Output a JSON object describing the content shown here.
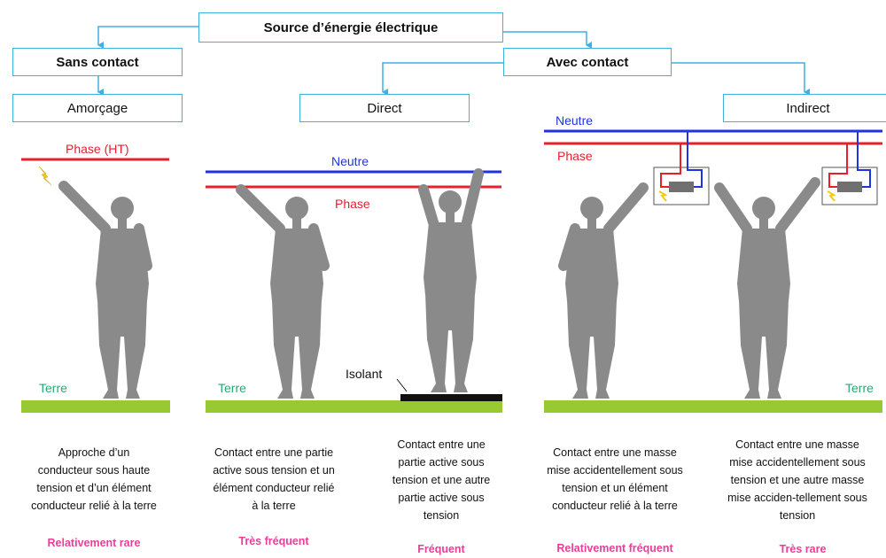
{
  "root": {
    "label": "Source d’énergie électrique"
  },
  "categories": {
    "sans_contact": "Sans contact",
    "avec_contact": "Avec contact"
  },
  "types": {
    "amorcage": "Amorçage",
    "direct": "Direct",
    "indirect": "Indirect"
  },
  "labels": {
    "phase_ht": "Phase (HT)",
    "neutre_direct": "Neutre",
    "phase_direct": "Phase",
    "neutre_indirect": "Neutre",
    "phase_indirect": "Phase",
    "terre_1": "Terre",
    "terre_2": "Terre",
    "terre_3": "Terre",
    "isolant": "Isolant"
  },
  "descriptions": [
    {
      "lines": [
        "Approche d’un",
        "conducteur sous haute",
        "tension et d’un élément",
        "conducteur relié à la terre"
      ],
      "frequency": "Relativement rare"
    },
    {
      "lines": [
        "Contact entre une partie",
        "active sous tension et un",
        "élément conducteur relié",
        "à la terre"
      ],
      "frequency": "Très fréquent"
    },
    {
      "lines": [
        "Contact entre une",
        "partie active sous",
        "tension et une autre",
        "partie active sous",
        "tension"
      ],
      "frequency": "Fréquent"
    },
    {
      "lines": [
        "Contact entre une masse",
        "mise accidentellement sous",
        "tension et un élément",
        "conducteur relié à la terre"
      ],
      "frequency": "Relativement fréquent"
    },
    {
      "lines": [
        "Contact entre une masse",
        "mise accidentellement sous",
        "tension et une autre masse",
        "mise acciden-tellement sous",
        "tension"
      ],
      "frequency": "Très rare"
    }
  ],
  "colors": {
    "connector": "#3fb0e0",
    "phase": "#e8202a",
    "neutre": "#1f33e0",
    "ground": "#98c832",
    "frequency": "#ea3e98",
    "terre": "#2aa870",
    "person": "#8a8a8a"
  }
}
